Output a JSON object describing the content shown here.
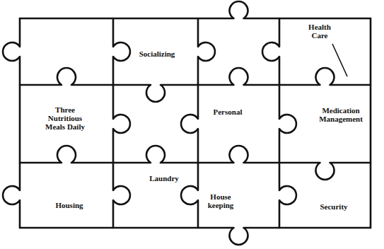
{
  "diagram": {
    "nodes": [
      {
        "text": [
          "Socializing"
        ]
      },
      {
        "text": [
          "Health Care"
        ]
      },
      {
        "text": [
          "Three Nutritious Meals Daily"
        ]
      },
      {
        "text": [
          "Personal"
        ]
      },
      {
        "text": [
          "Medication Management"
        ]
      },
      {
        "text": [
          "Housing"
        ]
      },
      {
        "text": [
          "Laundry"
        ]
      },
      {
        "text": [
          "House keeping"
        ]
      },
      {
        "text": [
          "Security"
        ]
      }
    ]
  }
}
